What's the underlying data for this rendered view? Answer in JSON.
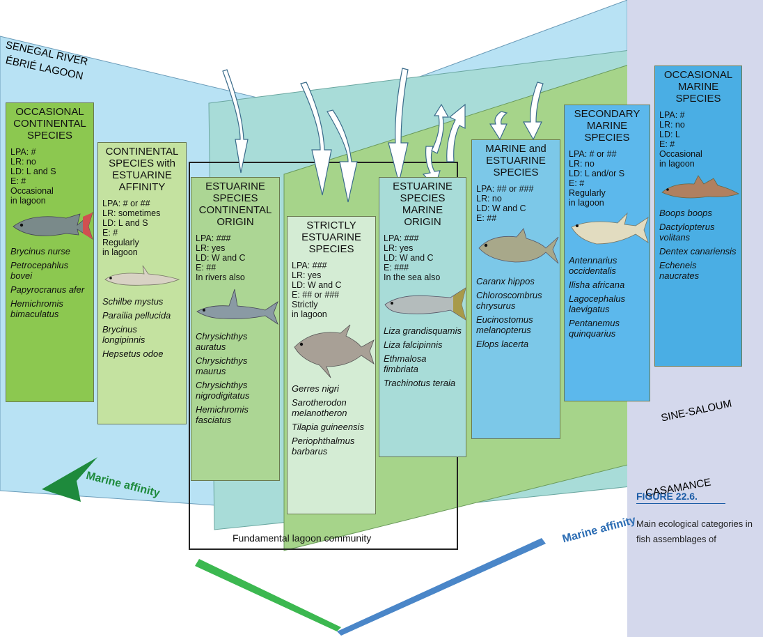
{
  "regions": {
    "senegal": "SENEGAL RIVER",
    "ebrie": "ÉBRIÉ LAGOON",
    "sine_saloum": "SINE-SALOUM",
    "casamance": "CASAMANCE"
  },
  "community_label": "Fundamental lagoon community",
  "affinity_left": "Marine affinity",
  "affinity_right": "Marine affinity",
  "figure": {
    "title": "FIGURE 22.6.",
    "caption": "Main ecological categories in fish assemblages of"
  },
  "categories": [
    {
      "head": "OCCASIONAL CONTINENTAL SPECIES",
      "traits": "LPA: #\nLR: no\nLD: L and S\nE: #\nOccasional\nin lagoon",
      "species": [
        "Brycinus nurse",
        "Petrocepahlus bovei",
        "Papyrocranus afer",
        "Hemichromis bimaculatus"
      ]
    },
    {
      "head": "CONTINENTAL SPECIES with ESTUARINE AFFINITY",
      "traits": "LPA: # or ##\nLR: sometimes\nLD: L and S\nE: #\nRegularly\nin lagoon",
      "species": [
        "Schilbe mystus",
        "Parailia pellucida",
        "Brycinus longipinnis",
        "Hepsetus odoe"
      ]
    },
    {
      "head": "ESTUARINE SPECIES CONTINENTAL ORIGIN",
      "traits": "LPA: ###\nLR: yes\nLD: W and C\nE: ##\nIn rivers also",
      "species": [
        "Chrysichthys auratus",
        "Chrysichthys maurus",
        "Chrysichthys nigrodigitatus",
        "Hemichromis fasciatus"
      ]
    },
    {
      "head": "STRICTLY ESTUARINE SPECIES",
      "traits": "LPA: ###\nLR: yes\nLD: W and C\nE: ## or ###\nStrictly\nin lagoon",
      "species": [
        "Gerres nigri",
        "Sarotherodon melanotheron",
        "Tilapia guineensis",
        "Periophthalmus barbarus"
      ]
    },
    {
      "head": "ESTUARINE SPECIES MARINE ORIGIN",
      "traits": "LPA: ###\nLR: yes\nLD: W and C\nE: ###\nIn the sea also",
      "species": [
        "Liza grandisquamis",
        "Liza falcipinnis",
        "Ethmalosa fimbriata",
        "Trachinotus teraia"
      ]
    },
    {
      "head": "MARINE and ESTUARINE SPECIES",
      "traits": "LPA: ## or ###\nLR: no\nLD: W and C\nE: ##",
      "species": [
        "Caranx hippos",
        "Chloroscombrus chrysurus",
        "Eucinostomus melanopterus",
        "Elops lacerta"
      ]
    },
    {
      "head": "SECONDARY MARINE SPECIES",
      "traits": "LPA: # or ##\nLR: no\nLD: L and/or S\nE: #\nRegularly\nin lagoon",
      "species": [
        "Antennarius occidentalis",
        "Ilisha africana",
        "Lagocephalus laevigatus",
        "Pentanemus quinquarius"
      ]
    },
    {
      "head": "OCCASIONAL MARINE SPECIES",
      "traits": "LPA: #\nLR: no\nLD: L\nE: #\nOccasional\nin lagoon",
      "species": [
        "Boops boops",
        "Dactylopterus volitans",
        "Dentex canariensis",
        "Echeneis naucrates"
      ]
    }
  ],
  "colors": {
    "sky": "#b8e2f4",
    "teal": "#9ed8c8",
    "green_panel": "#9fd082",
    "box_dark_green": "#8cc850",
    "box_light_green": "#c4e2a0",
    "box_pale_green": "#d4ecd4",
    "box_teal": "#a8dcd8",
    "box_blue": "#7cc8e8",
    "box_deep_blue": "#4aaee4",
    "arrow_green": "#1e8a3c",
    "arrow_blue": "#2c6db4"
  }
}
